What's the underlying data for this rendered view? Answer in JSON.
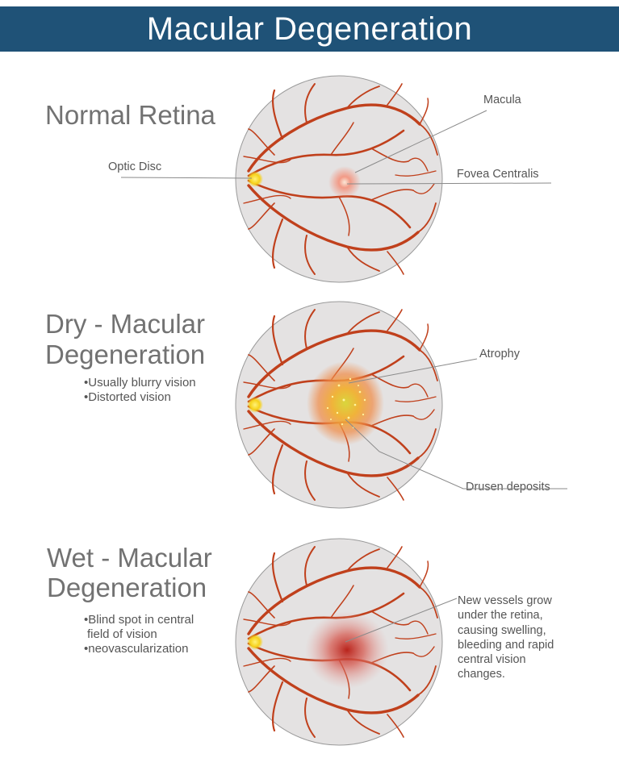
{
  "title": "Macular Degeneration",
  "sections": {
    "normal": {
      "title": "Normal Retina",
      "labels": {
        "macula": "Macula",
        "optic_disc": "Optic Disc",
        "fovea": "Fovea Centralis"
      }
    },
    "dry": {
      "title_line1": "Dry - Macular",
      "title_line2": "Degeneration",
      "bullets": [
        "•Usually blurry vision",
        "•Distorted vision"
      ],
      "labels": {
        "atrophy": "Atrophy",
        "drusen": "Drusen deposits"
      }
    },
    "wet": {
      "title_line1": "Wet - Macular",
      "title_line2": "Degeneration",
      "bullets": [
        "•Blind spot in central",
        "field of vision",
        "•neovascularization"
      ],
      "description_lines": [
        "New vessels grow",
        "under the retina,",
        "causing swelling,",
        "bleeding and rapid",
        "central vision",
        "changes."
      ]
    }
  },
  "colors": {
    "header": "#1f5277",
    "retina_fill": "#e4e2e2",
    "vessel": "#c0401c",
    "optic_disc": "#f5d31a",
    "text": "#727272"
  }
}
